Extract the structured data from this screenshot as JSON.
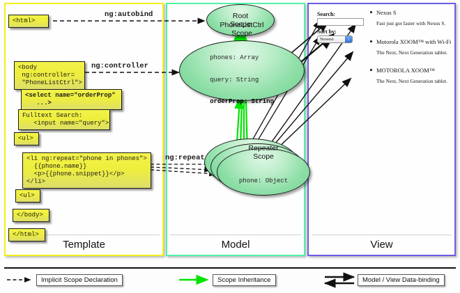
{
  "columns": [
    {
      "id": "template",
      "label": "Template",
      "border_color": "#f2ef1a"
    },
    {
      "id": "model",
      "label": "Model",
      "border_color": "#4ff3a6"
    },
    {
      "id": "view",
      "label": "View",
      "border_color": "#6c5ce8"
    }
  ],
  "template": {
    "code_blocks": [
      {
        "id": "html-open",
        "text": "<html>"
      },
      {
        "id": "body-open",
        "text": "<body\n ng:controller=\n \"PhoneListCtrl\">"
      },
      {
        "id": "select",
        "text": "<select name=\"orderProp\"\n   ...>"
      },
      {
        "id": "fulltext",
        "text": "Fulltext Search:\n   <input name=\"query\">"
      },
      {
        "id": "ul-open",
        "text": "<ul>"
      },
      {
        "id": "li-repeat",
        "text": "<li ng:repeat=\"phone in phones\">\n  {{phone.name}}\n  <p>{{phone.snippet}}</p>\n</li>"
      },
      {
        "id": "ul-close",
        "text": "<ul>"
      },
      {
        "id": "body-close",
        "text": "</body>"
      },
      {
        "id": "html-close",
        "text": "</html>"
      }
    ]
  },
  "edge_labels": {
    "autobind": "ng:autobind",
    "controller": "ng:controller",
    "repeat": "ng:repeat"
  },
  "model": {
    "scopes": [
      {
        "id": "root",
        "title": "Root\nScope",
        "title_line1": "Root",
        "title_line2": "Scope",
        "props": []
      },
      {
        "id": "ctrl",
        "title": "PhoneListCtrl\nScope",
        "title_line1": "PhoneListCtrl",
        "title_line2": "Scope",
        "props": [
          {
            "text": "phones: Array",
            "bold": false
          },
          {
            "text": "query: String",
            "bold": false
          },
          {
            "text": "orderProp: String",
            "bold": true
          }
        ]
      },
      {
        "id": "repeater",
        "title": "Repeater\nScope",
        "title_line1": "Repeater",
        "title_line2": "Scope",
        "props": [
          {
            "text": "phone: Object",
            "bold": false
          }
        ]
      }
    ]
  },
  "view": {
    "search_label": "Search:",
    "search_value": "",
    "sort_label": "Sort by:",
    "sort_selected": "Newest",
    "sort_arrow": "↕",
    "phones": [
      {
        "name": "Nexus S",
        "snippet": "Fast just got faster with Nexus S."
      },
      {
        "name": "Motorola XOOM™ with Wi-Fi",
        "snippet": "The Next, Next Generation tablet."
      },
      {
        "name": "MOTOROLA XOOM™",
        "snippet": "The Next, Next Generation tablet."
      }
    ]
  },
  "legend": [
    {
      "id": "implicit",
      "label": "Implicit Scope Declaration",
      "style": "dashed-arrow",
      "color": "#111111"
    },
    {
      "id": "inheritance",
      "label": "Scope Inheritance",
      "style": "green-arrow",
      "color": "#00e400"
    },
    {
      "id": "databinding",
      "label": "Model / View Data-binding",
      "style": "double-arrow",
      "color": "#111111"
    }
  ]
}
